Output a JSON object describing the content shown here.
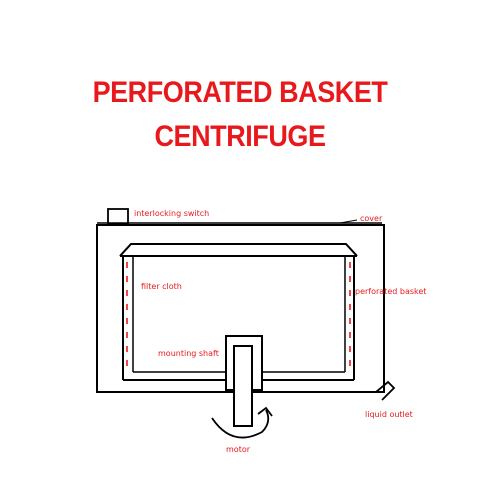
{
  "title": {
    "line1": "PERFORATED BASKET",
    "line2": "CENTRIFUGE"
  },
  "labels": {
    "interlocking_switch": "interlocking switch",
    "cover": "cover",
    "filter_cloth": "filter cloth",
    "perforated_basket": "perforated basket",
    "mounting_shaft": "mounting shaft",
    "liquid_outlet": "liquid outlet",
    "motor": "motor"
  },
  "colors": {
    "title": "#e8191c",
    "label": "#e8191c",
    "outline": "#000000",
    "basket_dots": "#e8191c"
  }
}
